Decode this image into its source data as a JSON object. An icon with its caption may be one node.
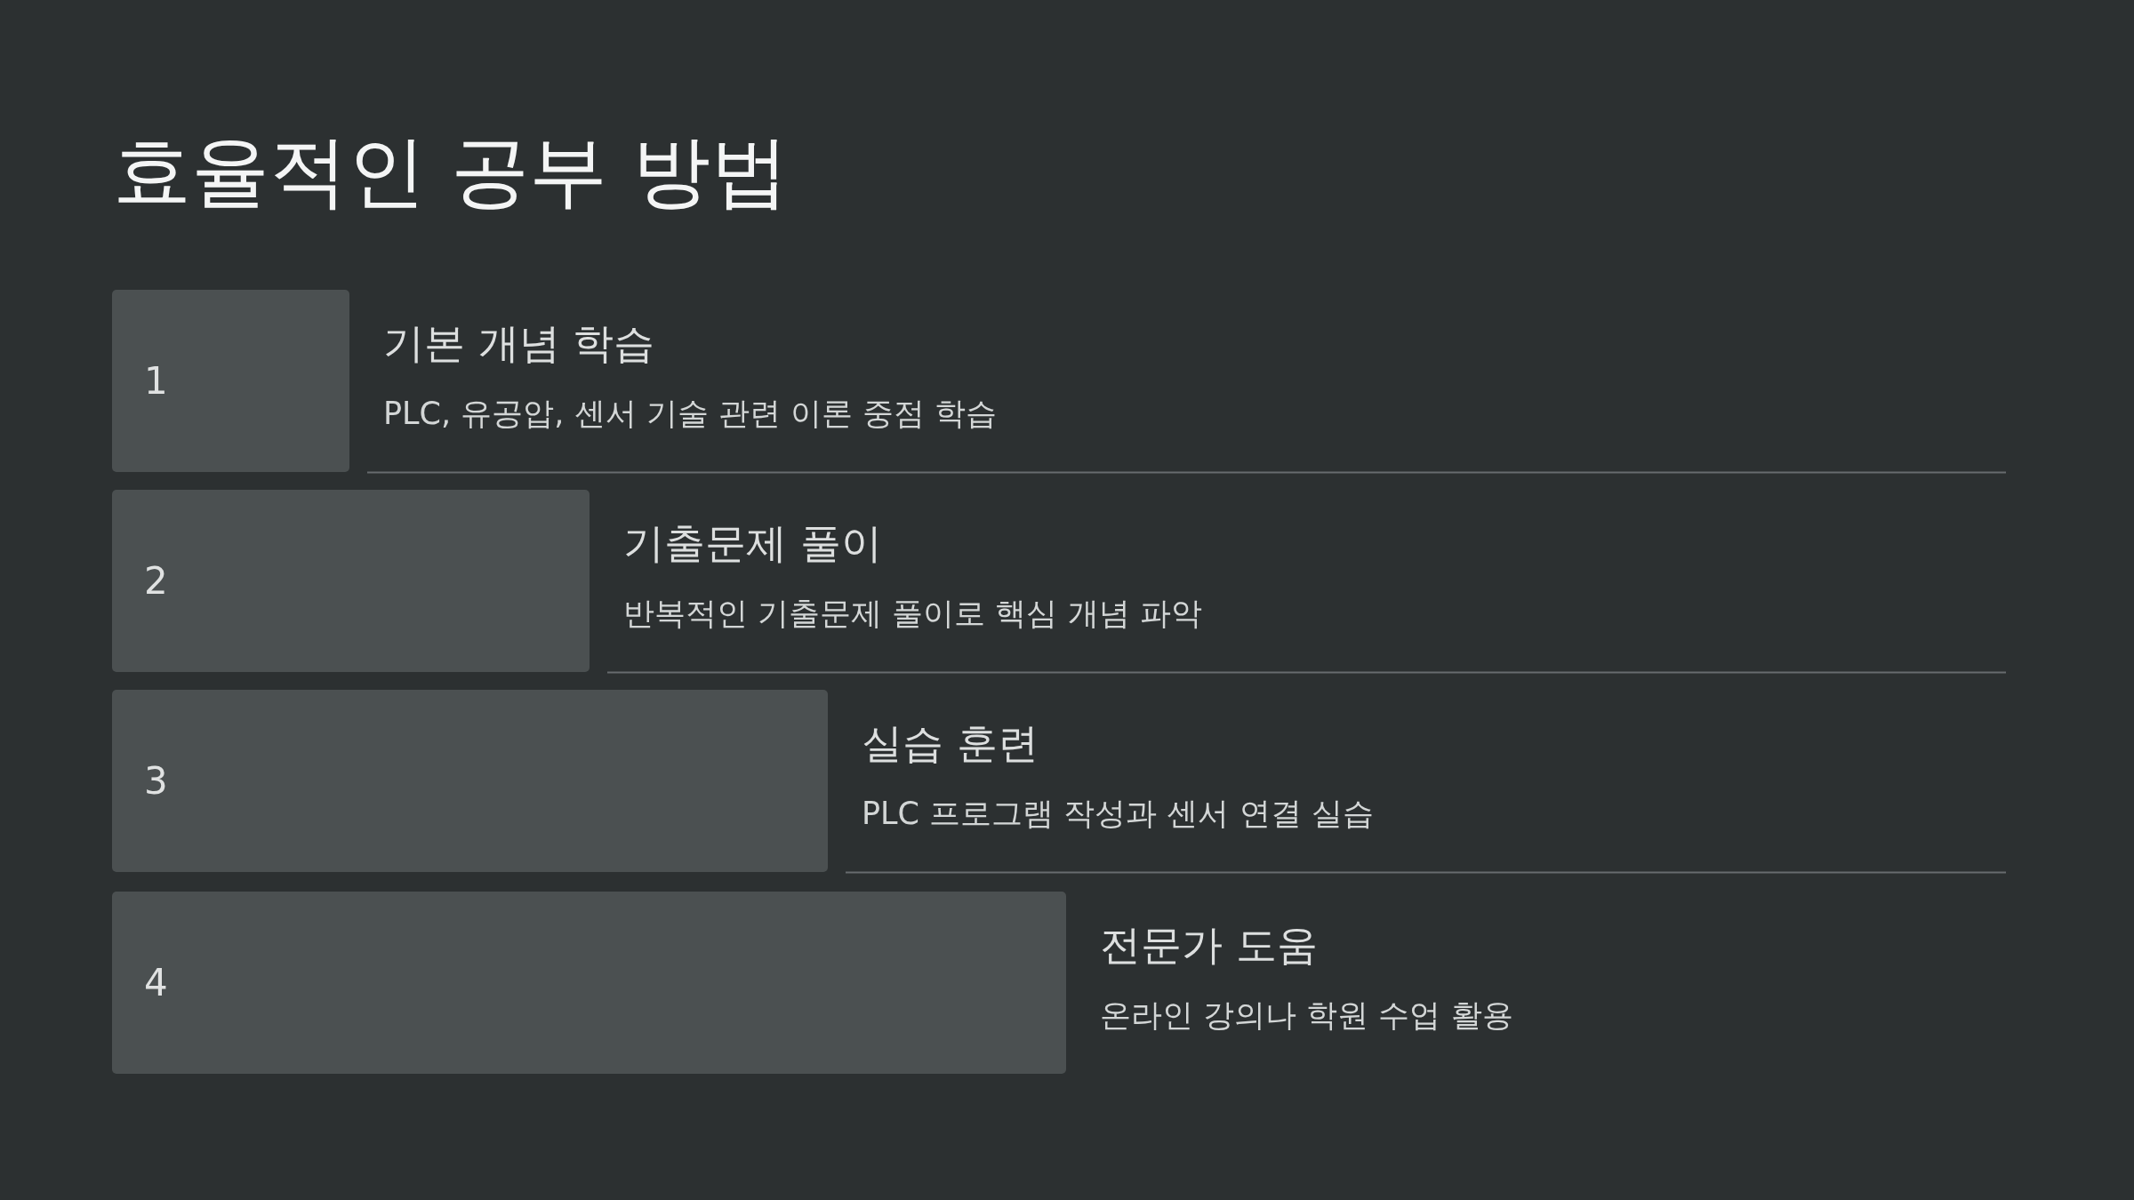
{
  "diagram": {
    "title": "효율적인 공부 방법",
    "nodes": [
      {
        "text": [
          "1"
        ],
        "beside": [
          "기본 개념 학습",
          "PLC, 유공압, 센서 기술 관련 이론 중점 학습"
        ]
      },
      {
        "text": [
          "2"
        ],
        "beside": [
          "기출문제 풀이",
          "반복적인 기출문제 풀이로 핵심 개념 파악"
        ]
      },
      {
        "text": [
          "3"
        ],
        "beside": [
          "실습 훈련",
          "PLC 프로그램 작성과 센서 연결 실습"
        ]
      },
      {
        "text": [
          "4"
        ],
        "beside": [
          "전문가 도움",
          "온라인 강의나 학원 수업 활용"
        ]
      }
    ]
  }
}
